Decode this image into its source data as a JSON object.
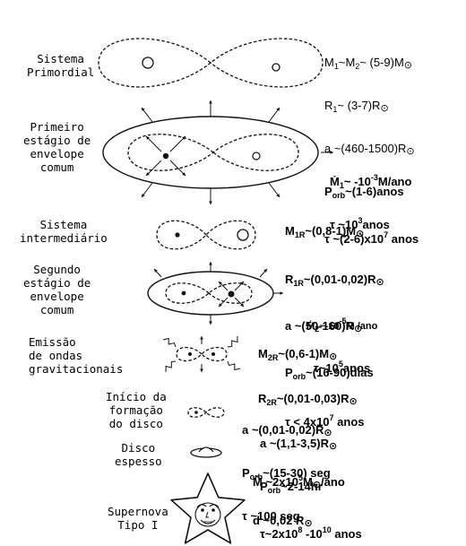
{
  "stages": [
    {
      "id": "primordial",
      "title_lines": [
        "Sistema",
        "Primordial"
      ]
    },
    {
      "id": "first_ce",
      "title_lines": [
        "Primeiro",
        "estágio de",
        "envelope",
        "comum"
      ]
    },
    {
      "id": "intermediate",
      "title_lines": [
        "Sistema",
        "intermediário"
      ]
    },
    {
      "id": "second_ce",
      "title_lines": [
        "Segundo",
        "estágio de",
        "envelope",
        "comum"
      ]
    },
    {
      "id": "gw",
      "title_lines": [
        "Emissão",
        "de ondas",
        "gravitacionais"
      ]
    },
    {
      "id": "disc_start",
      "title_lines": [
        "Início da",
        "formação",
        "do disco"
      ]
    },
    {
      "id": "thick_disc",
      "title_lines": [
        "Disco",
        "espesso"
      ]
    },
    {
      "id": "supernova",
      "title_lines": [
        "Supernova",
        "Tipo I"
      ]
    }
  ],
  "params": {
    "primordial": [
      {
        "m": "M",
        "s": "1",
        "r": "~M"
      },
      {
        "m": "",
        "s": "2",
        "r": "~ (5-9)M"
      },
      {
        "m": "R",
        "s": "1",
        "r": "~ (3-7)R"
      },
      {
        "m": "a ~(460-1500)R"
      },
      {
        "m": "P",
        "s": "orb",
        "r": "~(1-6)anos"
      },
      {
        "m": "τ ~(2-6)x10",
        "sup": "7",
        "r": " anos"
      }
    ],
    "first_ce": [
      {
        "m": "Ṁ",
        "s": "1",
        "r": "~ -10",
        "sup": "-3",
        "r2": "M/ano"
      },
      {
        "m": "τ ~10",
        "sup": "3",
        "r": "anos"
      }
    ],
    "intermediate": [
      {
        "m": "M",
        "s": "1R",
        "r": "~(0,8-1)M"
      },
      {
        "m": "R",
        "s": "1R",
        "r": "~(0,01-0,02)R"
      },
      {
        "m": "a ~(50-160)R"
      },
      {
        "m": "P",
        "s": "orb",
        "r": "~(16-90)dias"
      },
      {
        "m": "τ < 4x10",
        "sup": "7",
        "r": " anos"
      }
    ],
    "second_ce": [
      {
        "m": "Ṁ",
        "s": "2",
        "r": "~-10",
        "sup": "-5",
        "r2": "M /ano"
      },
      {
        "m": "τ~10",
        "sup": "5",
        "r": "anos"
      }
    ],
    "gw": [
      {
        "m": "M",
        "s": "2R",
        "r": "~(0,6-1)M"
      },
      {
        "m": "R",
        "s": "2R",
        "r": "~(0,01-0,03)R"
      },
      {
        "m": "a ~(1,1-3,5)R"
      },
      {
        "m": "P",
        "s": "orb",
        "r": "~2-14hr"
      },
      {
        "m": "τ~2x10",
        "sup": "8",
        "r": " -10",
        "sup2": "10",
        "r2": " anos"
      }
    ],
    "disc_start": [
      {
        "m": "a ~(0,01-0,02)R"
      },
      {
        "m": "P",
        "s": "orb",
        "r": "~(15-30) seg"
      },
      {
        "m": "τ ~100 seg"
      }
    ],
    "thick_disc": [
      {
        "m": "Ṁ ~2x10",
        "sup": "5",
        "r": "M",
        "s2": "⊙",
        "r2": "/ano"
      },
      {
        "m": "d ~0,02 R"
      }
    ]
  },
  "solar_symbol": "⊙"
}
